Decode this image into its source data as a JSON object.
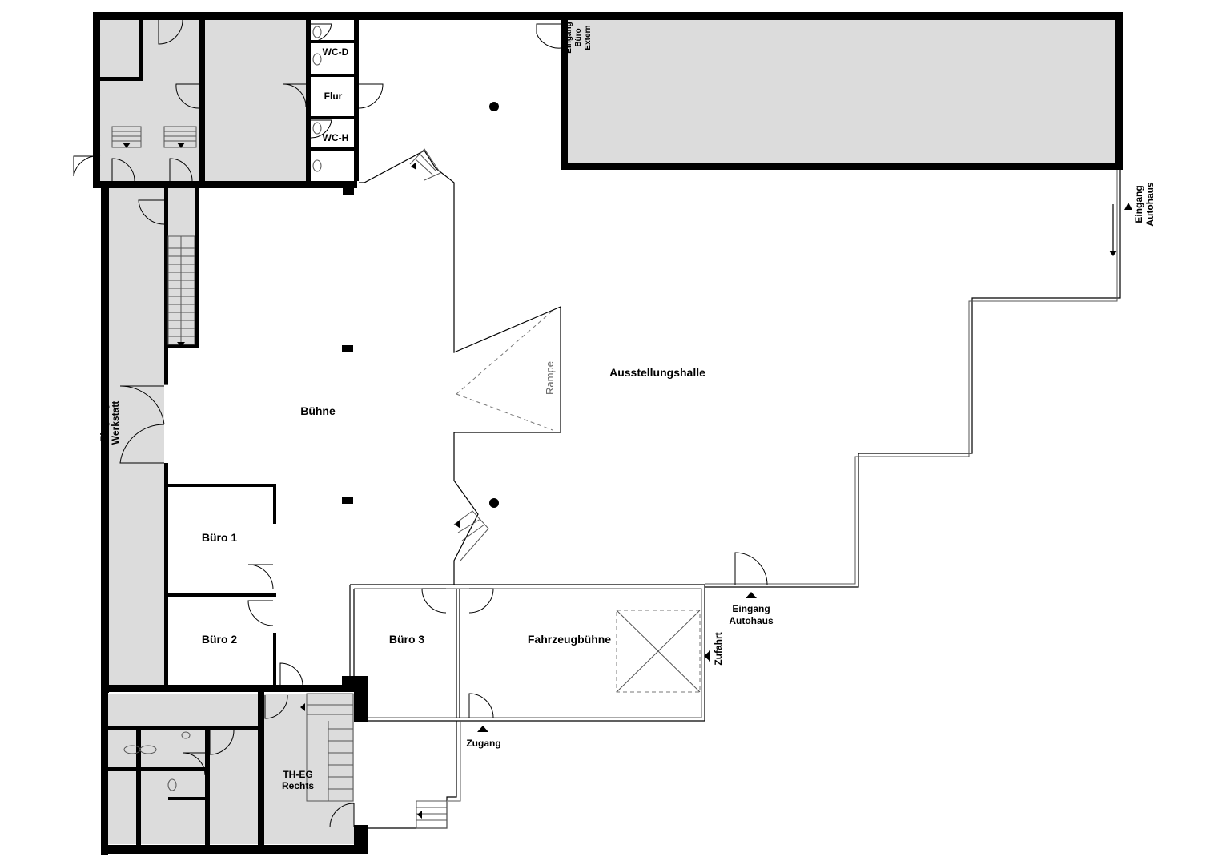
{
  "rooms": {
    "wc_d": "WC-D",
    "flur": "Flur",
    "wc_h": "WC-H",
    "buehne": "Bühne",
    "rampe": "Rampe",
    "ausstellungshalle": "Ausstellungshalle",
    "buero1": "Büro 1",
    "buero2": "Büro 2",
    "buero3": "Büro 3",
    "fahrzeugbuehne": "Fahrzeugbühne",
    "th_eg_line1": "TH-EG",
    "th_eg_line2": "Rechts"
  },
  "entrances": {
    "buero_extern_line1": "Eingang",
    "buero_extern_line2": "Büro",
    "buero_extern_line3": "Extern",
    "autohaus_right_line1": "Eingang",
    "autohaus_right_line2": "Autohaus",
    "werkstatt_line1": "Eingang",
    "werkstatt_line2": "Werkstatt",
    "autohaus_bottom_line1": "Eingang",
    "autohaus_bottom_line2": "Autohaus",
    "zufahrt": "Zufahrt",
    "zugang": "Zugang"
  },
  "colors": {
    "wall": "#000000",
    "gray_room": "#dcdcdc",
    "background": "#ffffff"
  }
}
